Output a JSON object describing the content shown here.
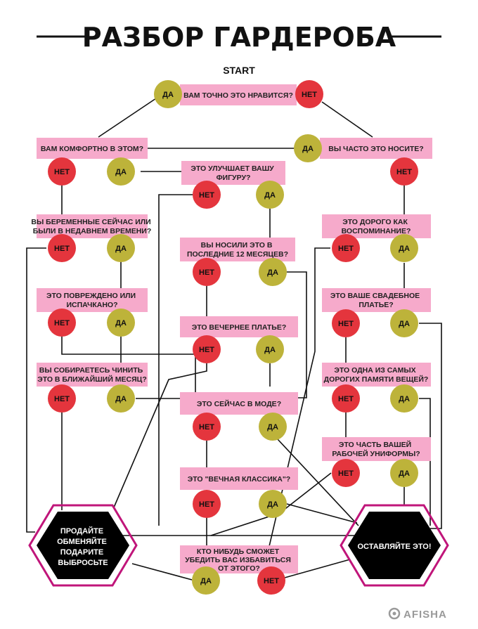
{
  "title": "РАЗБОР ГАРДЕРОБА",
  "start": "START",
  "labels": {
    "yes": "ДА",
    "no": "НЕТ"
  },
  "colors": {
    "question": "#f6aacb",
    "yes": "#bdb33a",
    "no": "#e4353d",
    "outcome": "#000000",
    "outcome_border": "#c0157a"
  },
  "questions": {
    "q_like": [
      "ВАМ ТОЧНО ЭТО НРАВИТСЯ?"
    ],
    "q_comfort": [
      "ВАМ КОМФОРТНО В ЭТОМ?"
    ],
    "q_wear_often": [
      "ВЫ ЧАСТО ЭТО НОСИТЕ?"
    ],
    "q_figure": [
      "ЭТО УЛУЧШАЕТ ВАШУ",
      "ФИГУРУ?"
    ],
    "q_pregnant": [
      "ВЫ БЕРЕМЕННЫЕ СЕЙЧАС ИЛИ",
      "БЫЛИ В НЕДАВНЕМ ВРЕМЕНИ?"
    ],
    "q_memory": [
      "ЭТО ДОРОГО КАК",
      "ВОСПОМИНАНИЕ?"
    ],
    "q_worn12": [
      "ВЫ НОСИЛИ ЭТО В",
      "ПОСЛЕДНИЕ 12 МЕСЯЦЕВ?"
    ],
    "q_damaged": [
      "ЭТО ПОВРЕЖДЕНО ИЛИ",
      "ИСПАЧКАНО?"
    ],
    "q_wedding": [
      "ЭТО ВАШЕ СВАДЕБНОЕ",
      "ПЛАТЬЕ?"
    ],
    "q_evening": [
      "ЭТО ВЕЧЕРНЕЕ ПЛАТЬЕ?"
    ],
    "q_repair": [
      "ВЫ СОБИРАЕТЕСЬ ЧИНИТЬ",
      "ЭТО В БЛИЖАЙШИЙ МЕСЯЦ?"
    ],
    "q_precious": [
      "ЭТО ОДНА ИЗ САМЫХ",
      "ДОРОГИХ ПАМЯТИ ВЕЩЕЙ?"
    ],
    "q_fashion": [
      "ЭТО СЕЙЧАС В МОДЕ?"
    ],
    "q_uniform": [
      "ЭТО ЧАСТЬ ВАШЕЙ",
      "РАБОЧЕЙ УНИФОРМЫ?"
    ],
    "q_classic": [
      "ЭТО \"ВЕЧНАЯ КЛАССИКА\"?"
    ],
    "q_convince": [
      "КТО НИБУДЬ СМОЖЕТ",
      "УБЕДИТЬ ВАС ИЗБАВИТЬСЯ",
      "ОТ ЭТОГО?"
    ]
  },
  "outcomes": {
    "sell": [
      "ПРОДАЙТЕ",
      "ОБМЕНЯЙТЕ",
      "ПОДАРИТЕ",
      "ВЫБРОСЬТЕ"
    ],
    "keep": [
      "ОСТАВЛЯЙТЕ ЭТО!"
    ]
  },
  "logo": "AFISHA"
}
